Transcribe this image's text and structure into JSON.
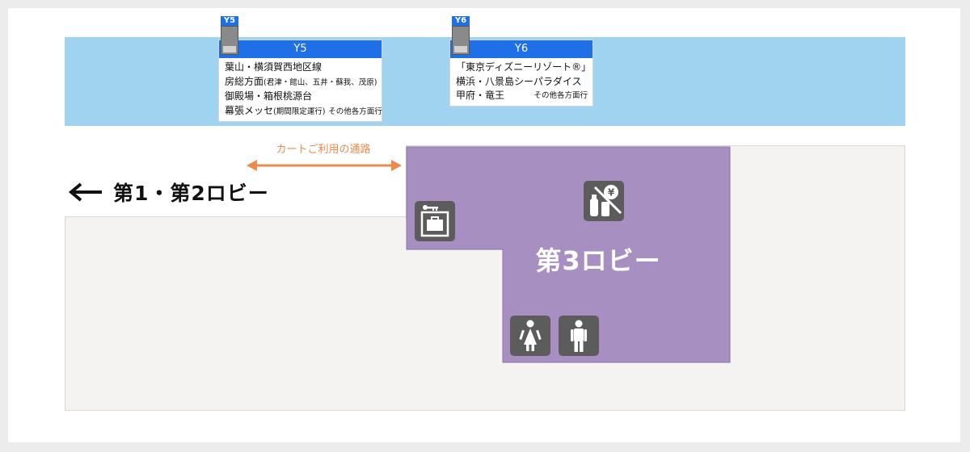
{
  "platforms": {
    "y5": {
      "marker_code": "Y5",
      "bar_label": "Y5",
      "line1": "葉山・横須賀西地区線",
      "line2_main": "房総方面",
      "line2_sub": "(君津・館山、五井・蘇我、茂原)",
      "line3": "御殿場・箱根桃源台",
      "line4_main": "幕張メッセ",
      "line4_sub": "(期間限定運行)",
      "line4_others": "その他各方面行"
    },
    "y6": {
      "marker_code": "Y6",
      "bar_label": "Y6",
      "line1": "「東京ディズニーリゾート®」",
      "line2": "横浜・八景島シーパラダイス",
      "line3_main": "甲府・竜王",
      "line3_others": "その他各方面行"
    }
  },
  "cart_path_label": "カートご利用の通路",
  "lobby12_label": "第1・第2ロビー",
  "lobby3_label": "第3ロビー",
  "colors": {
    "platform_band": "#9fd3f0",
    "sign_bar": "#1f6fe6",
    "lobby3": "#a88fc2",
    "floor": "#f4f3f1",
    "cart_path": "#ef8a4e",
    "icon_bg": "#5c5c5c"
  },
  "icons": {
    "locker": "coin-locker-icon",
    "vending": "vending-machine-icon",
    "women": "womens-restroom-icon",
    "men": "mens-restroom-icon",
    "arrow": "arrow-left-icon",
    "cart_arrow": "double-arrow-icon"
  }
}
